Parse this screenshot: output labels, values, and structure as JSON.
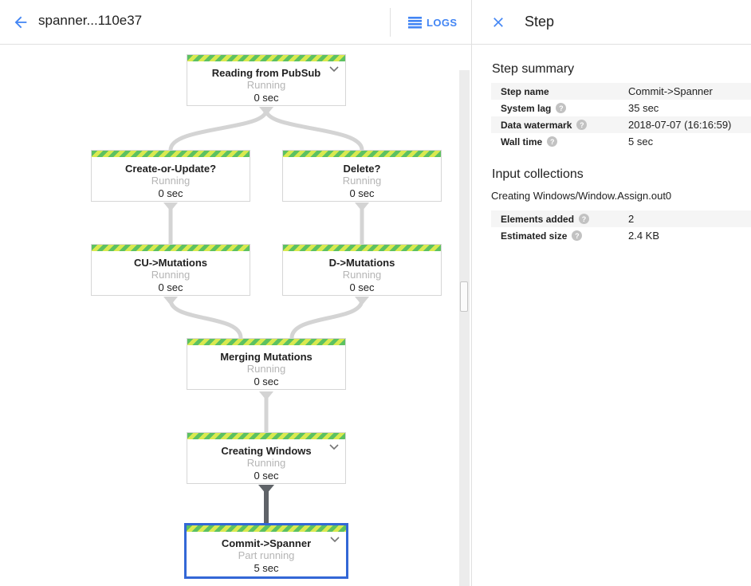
{
  "topbar": {
    "title": "spanner...110e37",
    "logs_label": "LOGS"
  },
  "panel": {
    "title": "Step",
    "step_summary": {
      "heading": "Step summary",
      "rows": [
        {
          "label": "Step name",
          "value": "Commit->Spanner"
        },
        {
          "label": "System lag",
          "value": "35 sec"
        },
        {
          "label": "Data watermark",
          "value": "2018-07-07 (16:16:59)"
        },
        {
          "label": "Wall time",
          "value": "5 sec"
        }
      ]
    },
    "input_collections": {
      "heading": "Input collections",
      "collection_name": "Creating Windows/Window.Assign.out0",
      "rows": [
        {
          "label": "Elements added",
          "value": "2"
        },
        {
          "label": "Estimated size",
          "value": "2.4 KB"
        }
      ]
    }
  },
  "graph": {
    "nodes": [
      {
        "title": "Reading from PubSub",
        "status": "Running",
        "time": "0 sec",
        "expandable": true,
        "selected": false
      },
      {
        "title": "Create-or-Update?",
        "status": "Running",
        "time": "0 sec",
        "expandable": false,
        "selected": false
      },
      {
        "title": "Delete?",
        "status": "Running",
        "time": "0 sec",
        "expandable": false,
        "selected": false
      },
      {
        "title": "CU->Mutations",
        "status": "Running",
        "time": "0 sec",
        "expandable": false,
        "selected": false
      },
      {
        "title": "D->Mutations",
        "status": "Running",
        "time": "0 sec",
        "expandable": false,
        "selected": false
      },
      {
        "title": "Merging Mutations",
        "status": "Running",
        "time": "0 sec",
        "expandable": false,
        "selected": false
      },
      {
        "title": "Creating Windows",
        "status": "Running",
        "time": "0 sec",
        "expandable": true,
        "selected": false
      },
      {
        "title": "Commit->Spanner",
        "status": "Part running",
        "time": "5 sec",
        "expandable": true,
        "selected": true
      }
    ]
  },
  "icons": {
    "help_glyph": "?"
  },
  "colors": {
    "accent_blue": "#4285f4",
    "selected_node_border": "#3367d6",
    "stripe_green": "#5cc162",
    "stripe_yellow_green": "#d9e94f",
    "edge_light": "#d4d4d4",
    "edge_dark": "#5f6368",
    "row_stripe_bg": "#f5f5f5",
    "status_text": "#b5b5b5"
  }
}
